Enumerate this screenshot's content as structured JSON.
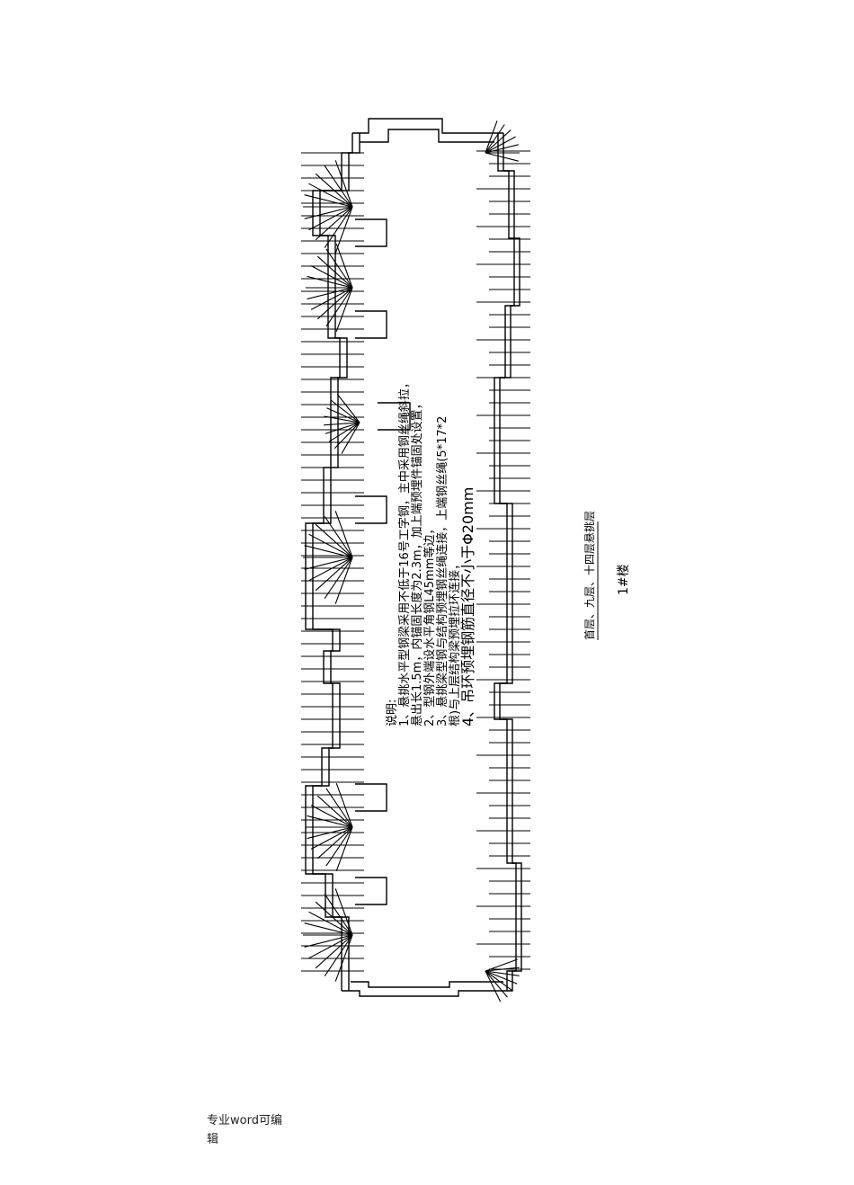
{
  "drawing": {
    "notes_heading": "说明:",
    "notes": [
      "1、悬挑水平型钢梁采用不低于16号工字钢，主中采用钢丝绳斜拉，",
      "悬出长1.5m，内锚固长度为2.3m，加上端预埋件锚固处设置，",
      "2、型钢外端设水平角钢L45mm等边，",
      "3、悬挑梁型钢与结构预埋钢丝绳连接，上端钢丝绳(5*17*2",
      "根)与上层结构梁预埋拉环连接，",
      "4、吊环预埋钢筋直径不小于Φ20mm"
    ],
    "title": "首层、九层、十四层悬挑层",
    "subtitle": "1#楼"
  },
  "footer": {
    "line1": "专业word可编",
    "line2": "辑"
  }
}
